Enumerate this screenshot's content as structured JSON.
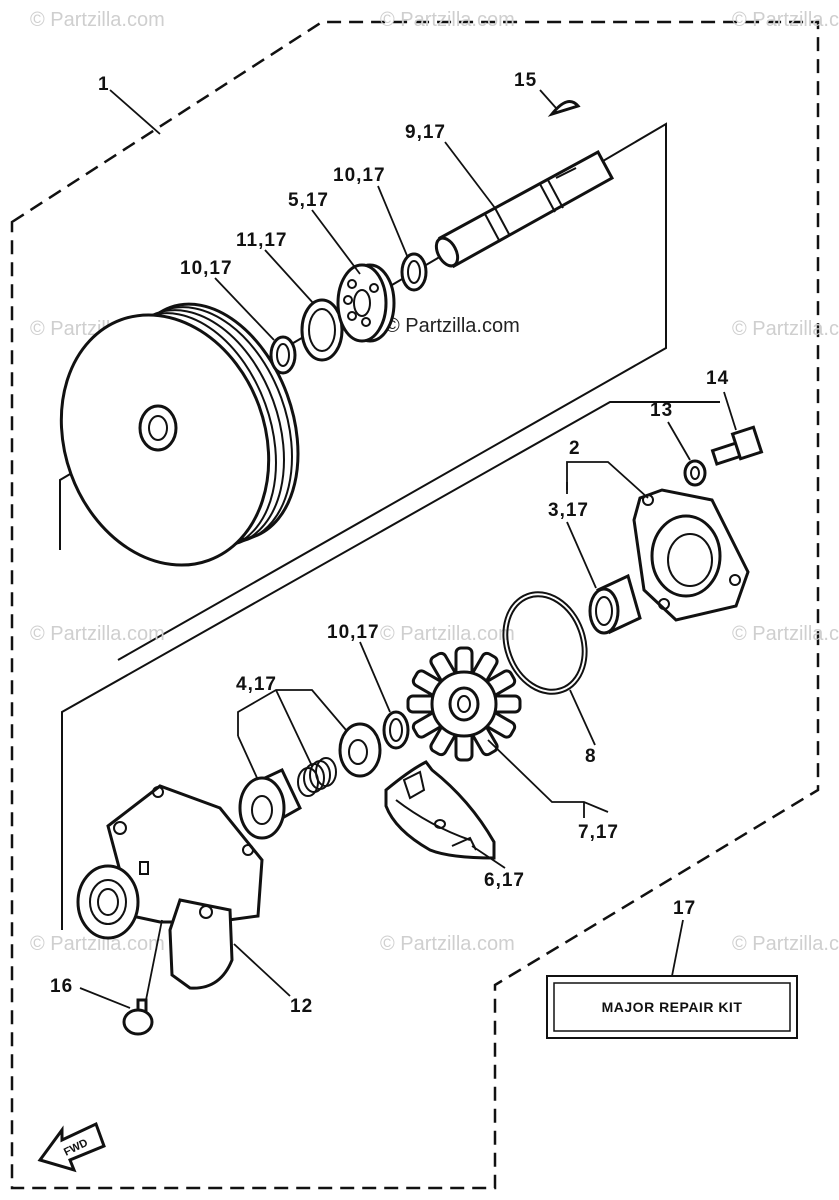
{
  "watermarks": {
    "faint": "© Partzilla.com",
    "center": "© Partzilla.com"
  },
  "callouts": [
    {
      "id": "c1",
      "text": "1"
    },
    {
      "id": "c15",
      "text": "15"
    },
    {
      "id": "c9",
      "text": "9,17"
    },
    {
      "id": "c10a",
      "text": "10,17"
    },
    {
      "id": "c5",
      "text": "5,17"
    },
    {
      "id": "c11",
      "text": "11,17"
    },
    {
      "id": "c10b",
      "text": "10,17"
    },
    {
      "id": "c14",
      "text": "14"
    },
    {
      "id": "c13",
      "text": "13"
    },
    {
      "id": "c2",
      "text": "2"
    },
    {
      "id": "c3",
      "text": "3,17"
    },
    {
      "id": "c10c",
      "text": "10,17"
    },
    {
      "id": "c4",
      "text": "4,17"
    },
    {
      "id": "c8",
      "text": "8"
    },
    {
      "id": "c7",
      "text": "7,17"
    },
    {
      "id": "c6",
      "text": "6,17"
    },
    {
      "id": "c17",
      "text": "17"
    },
    {
      "id": "c16",
      "text": "16"
    },
    {
      "id": "c12",
      "text": "12"
    }
  ],
  "kit_label": "MAJOR REPAIR KIT",
  "fwd_label": "FWD"
}
